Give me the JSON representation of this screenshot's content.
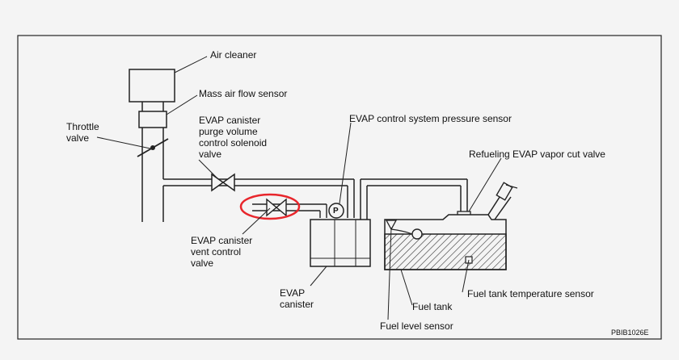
{
  "labels": {
    "air_cleaner": "Air cleaner",
    "mass_air_flow_sensor": "Mass air flow sensor",
    "throttle_valve": "Throttle\nvalve",
    "evap_purge_valve": "EVAP canister\npurge volume\ncontrol solenoid\nvalve",
    "evap_pressure_sensor": "EVAP control system pressure sensor",
    "refueling_cut_valve": "Refueling EVAP vapor cut valve",
    "evap_vent_valve": "EVAP canister\nvent control\nvalve",
    "evap_canister": "EVAP\ncanister",
    "fuel_tank": "Fuel tank",
    "fuel_tank_temp_sensor": "Fuel tank temperature sensor",
    "fuel_level_sensor": "Fuel level sensor",
    "pressure_symbol": "P"
  },
  "figure_code": "PBIB1026E",
  "colors": {
    "line": "#222222",
    "highlight": "#e8262c",
    "background": "#f4f4f4"
  }
}
